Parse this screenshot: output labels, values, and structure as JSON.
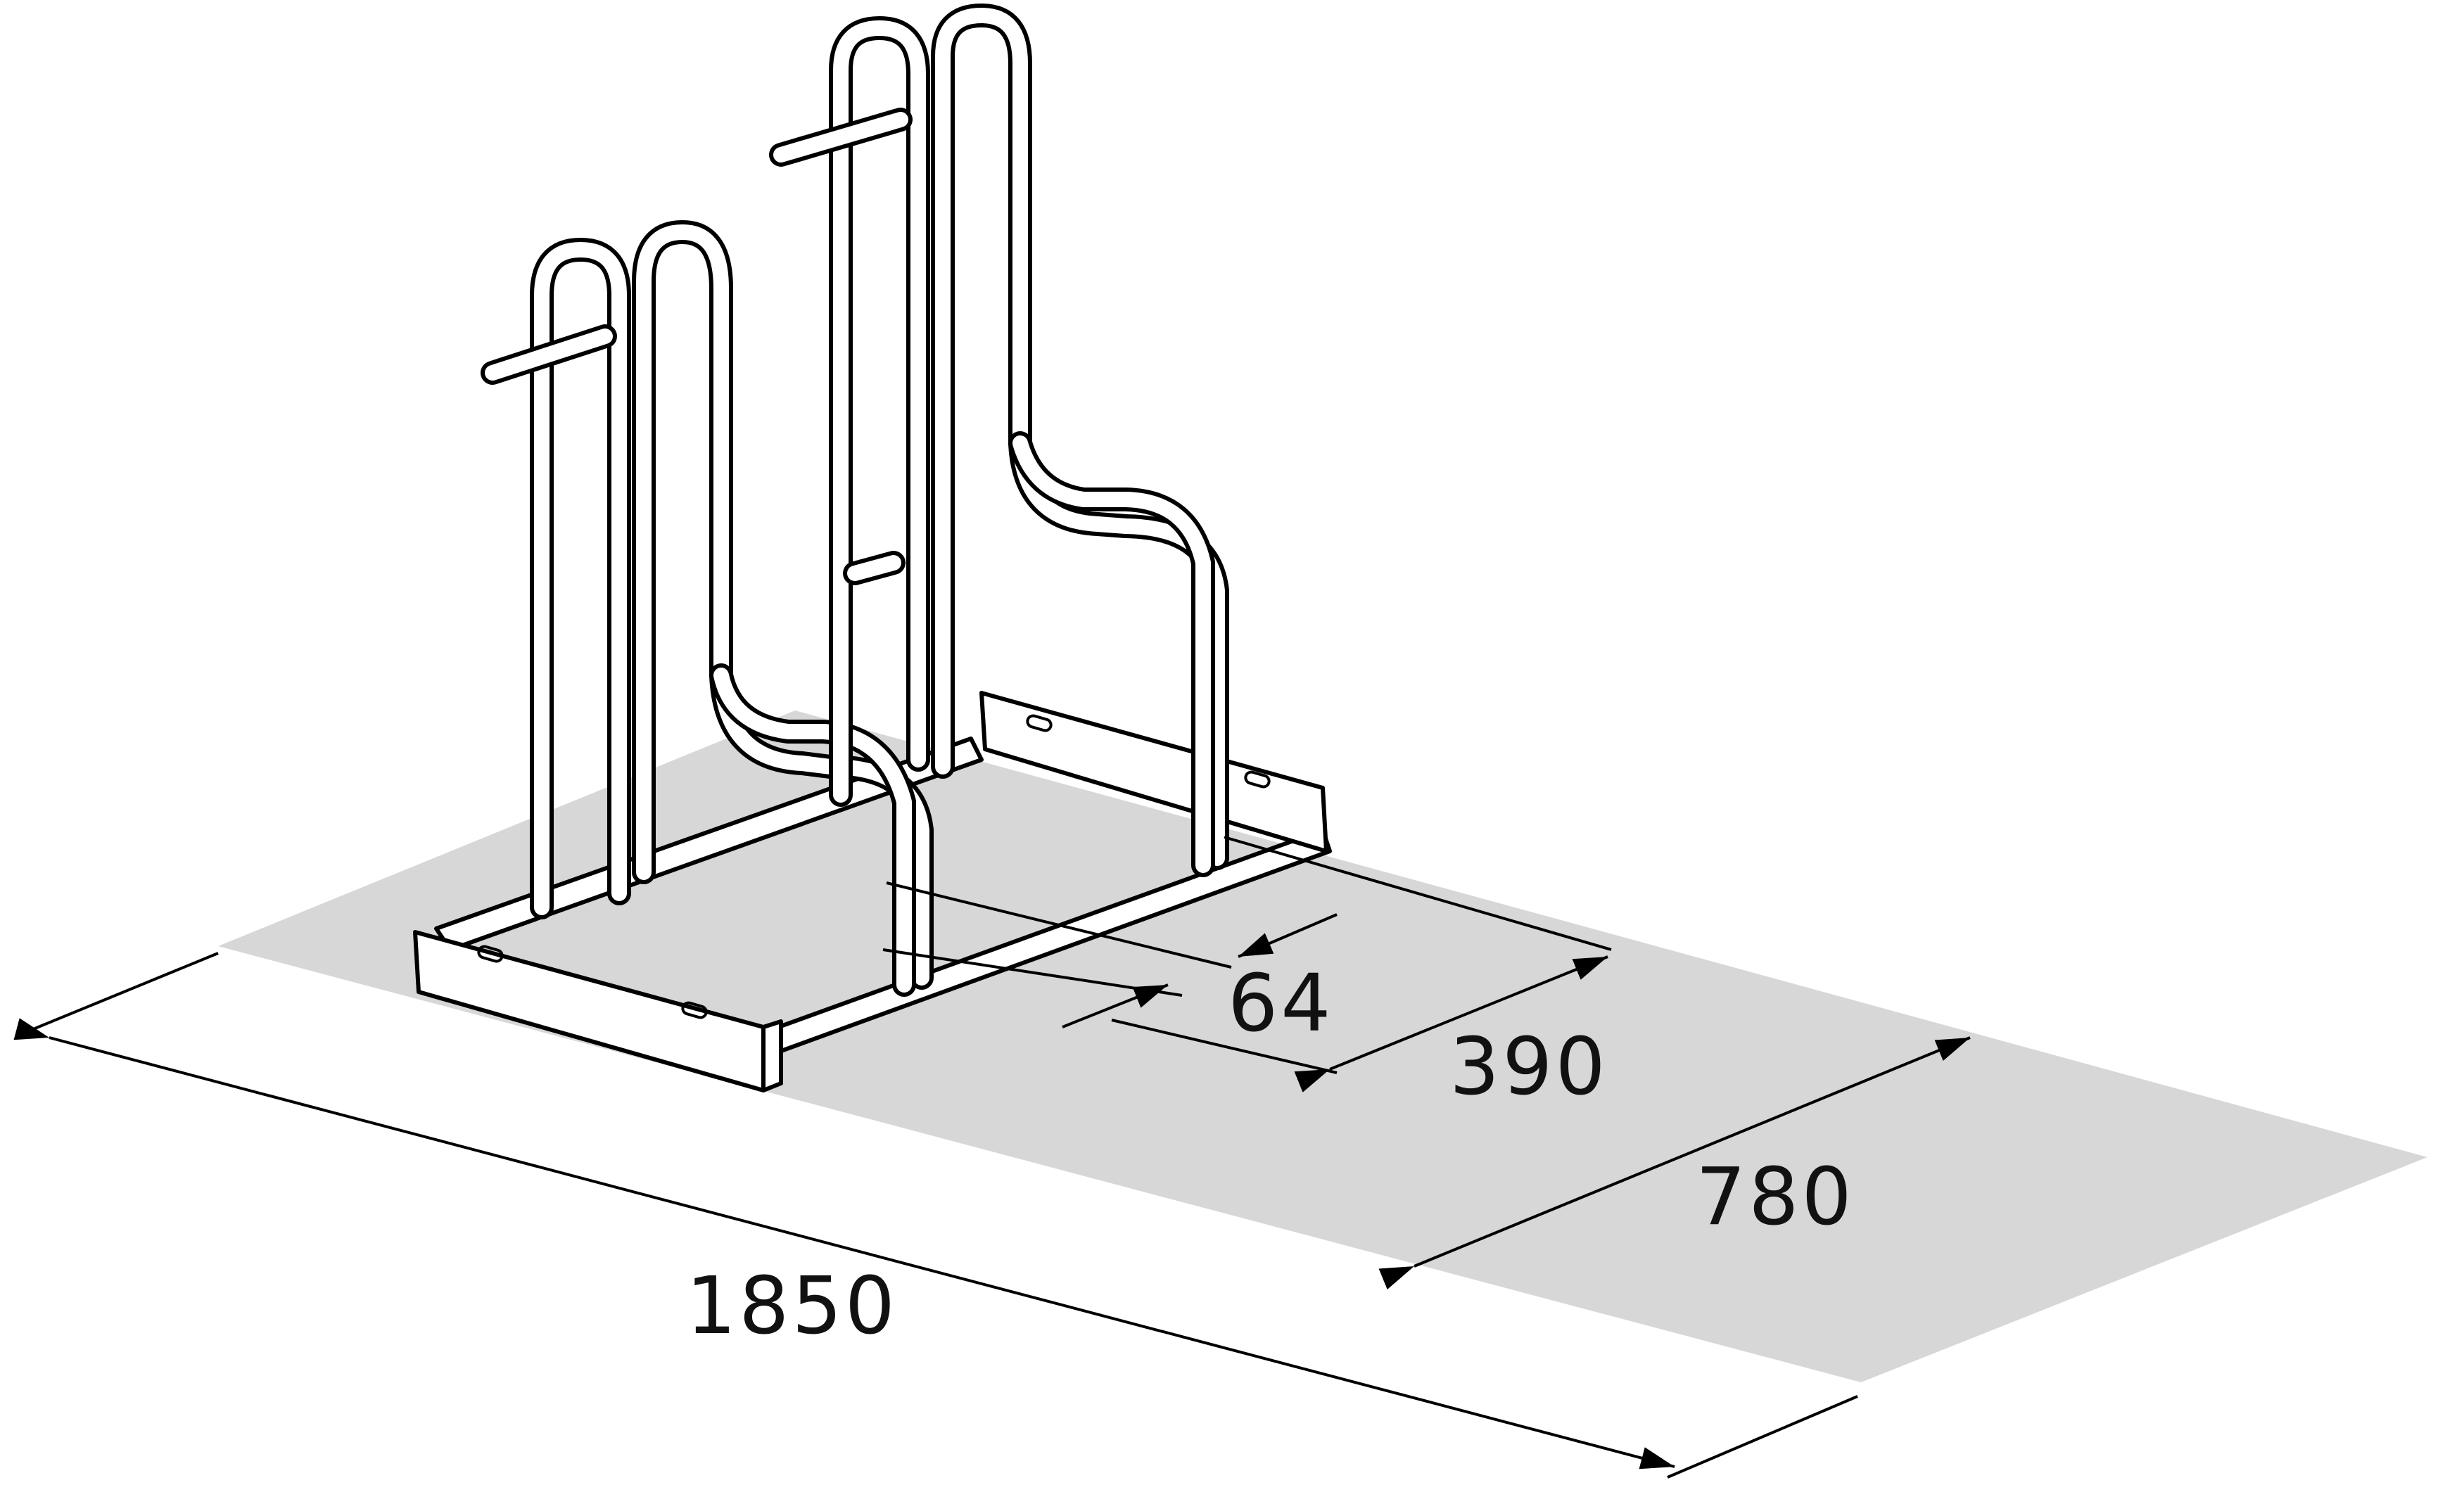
{
  "dimensions": {
    "length": "1850",
    "depth": "780",
    "spacing": "390",
    "tube_gap": "64"
  },
  "colors": {
    "floor": "#d7d7d7",
    "line": "#000000",
    "background": "#ffffff"
  }
}
